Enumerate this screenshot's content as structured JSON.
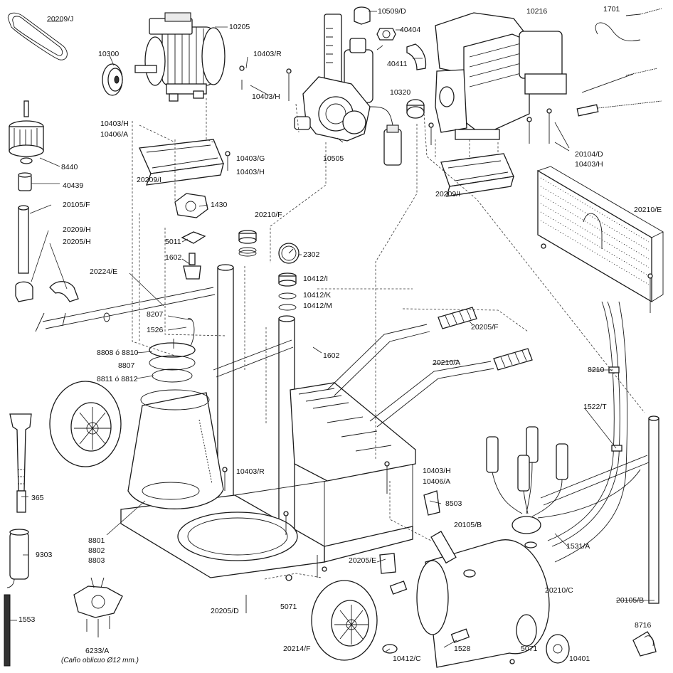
{
  "labels": {
    "l20209J": "20209/J",
    "l10205": "10205",
    "l10509D": "10509/D",
    "l10216": "10216",
    "l1701": "1701",
    "l10300": "10300",
    "l10403R_top": "10403/R",
    "l40404": "40404",
    "l40411": "40411",
    "l10403H_top": "10403/H",
    "l10320": "10320",
    "l10403H_left": "10403/H",
    "l10406A_left": "10406/A",
    "l8440": "8440",
    "l20104D": "20104/D",
    "l10403H_right": "10403/H",
    "l10403G": "10403/G",
    "l10403H_mid": "10403/H",
    "l10505": "10505",
    "l40439": "40439",
    "l20209I_left": "20209/I",
    "l20209I_right": "20209/I",
    "l20105F_left": "20105/F",
    "l1430": "1430",
    "l20210E": "20210/E",
    "l20210F": "20210/F",
    "l20209H": "20209/H",
    "l20205H": "20205/H",
    "l5011": "5011",
    "l2302": "2302",
    "l1602_left": "1602",
    "l20224E": "20224/E",
    "l10412I": "10412/I",
    "l10412K": "10412/K",
    "l10412M": "10412/M",
    "l8207": "8207",
    "l20205F": "20205/F",
    "l1526": "1526",
    "l8808": "8808 ó 8810",
    "l1602_right": "1602",
    "l8807": "8807",
    "l20210A": "20210/A",
    "l8210": "8210",
    "l8811": "8811 ó 8812",
    "l1522T": "1522/T",
    "l10403R_bot": "10403/R",
    "l10403H_bot": "10403/H",
    "l10406A_bot": "10406/A",
    "l365": "365",
    "l8503": "8503",
    "l20105B_mid": "20105/B",
    "l8801": "8801",
    "l8802": "8802",
    "l8803": "8803",
    "l9303": "9303",
    "l1531A": "1531/A",
    "l20205E": "20205/E",
    "l20210C": "20210/C",
    "l20105B_right": "20105/B",
    "l20205D": "20205/D",
    "l5071_left": "5071",
    "l1553": "1553",
    "l8716": "8716",
    "l6233A": "6233/A",
    "lCano": "(Caño oblicuo Ø12 mm.)",
    "l20214F": "20214/F",
    "l10412C": "10412/C",
    "l1528": "1528",
    "l5071_right": "5071",
    "l10401": "10401"
  }
}
